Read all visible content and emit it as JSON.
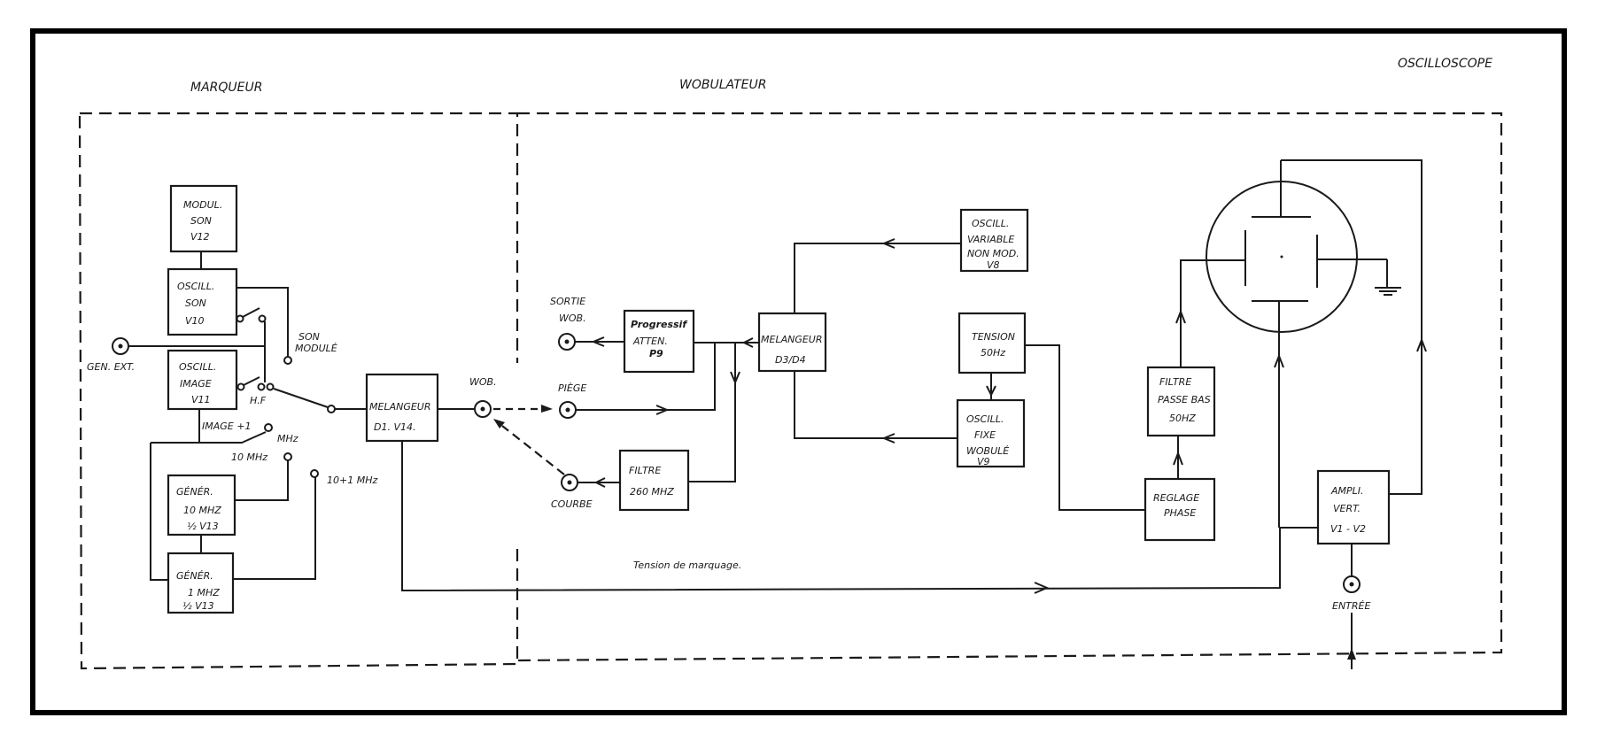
{
  "sections": {
    "marqueur": "MARQUEUR",
    "wobulateur": "WOBULATEUR",
    "oscilloscope": "OSCILLOSCOPE"
  },
  "blocks": {
    "modul_son": [
      "MODUL.",
      "SON",
      "V12"
    ],
    "oscill_son": [
      "OSCILL.",
      "SON",
      "V10"
    ],
    "oscill_image": [
      "OSCILL.",
      "IMAGE",
      "V11"
    ],
    "gener_10": [
      "GÉNÉR.",
      "10 MHZ",
      "½ V13"
    ],
    "gener_1": [
      "GÉNÉR.",
      "1 MHZ",
      "½ V13"
    ],
    "melangeur_d1": [
      "MELANGEUR",
      "D1. V14."
    ],
    "progressif": [
      "Progressif",
      "ATTEN.",
      "P9"
    ],
    "melangeur_d3": [
      "MELANGEUR",
      "D3/D4"
    ],
    "filtre_260": [
      "FILTRE",
      "260 MHZ"
    ],
    "oscill_variable": [
      "OSCILL.",
      "VARIABLE",
      "NON MOD.",
      "V8"
    ],
    "tension_50": [
      "TENSION",
      "50Hz"
    ],
    "oscill_fixe": [
      "OSCILL.",
      "FIXE",
      "WOBULÉ",
      "V9"
    ],
    "filtre_passe_bas": [
      "FILTRE",
      "PASSE BAS",
      "50HZ"
    ],
    "reglage_phase": [
      "REGLAGE",
      "PHASE"
    ],
    "ampli_vert": [
      "AMPLI.",
      "VERT.",
      "V1 - V2"
    ]
  },
  "terminals": {
    "gen_ext": "GEN. EXT.",
    "son_module": [
      "SON",
      "MODULÉ"
    ],
    "hf": "H.F",
    "image_plus_1": "IMAGE +1",
    "mhz": "MHz",
    "ten_mhz": "10 MHz",
    "ten_plus_one": "10+1 MHz",
    "wob": "WOB.",
    "sortie_wob": [
      "SORTIE",
      "WOB."
    ],
    "piege": "PIÈGE",
    "courbe": "COURBE",
    "entree": "ENTRÉE"
  },
  "signals": {
    "tension_marquage": "Tension de marquage."
  }
}
